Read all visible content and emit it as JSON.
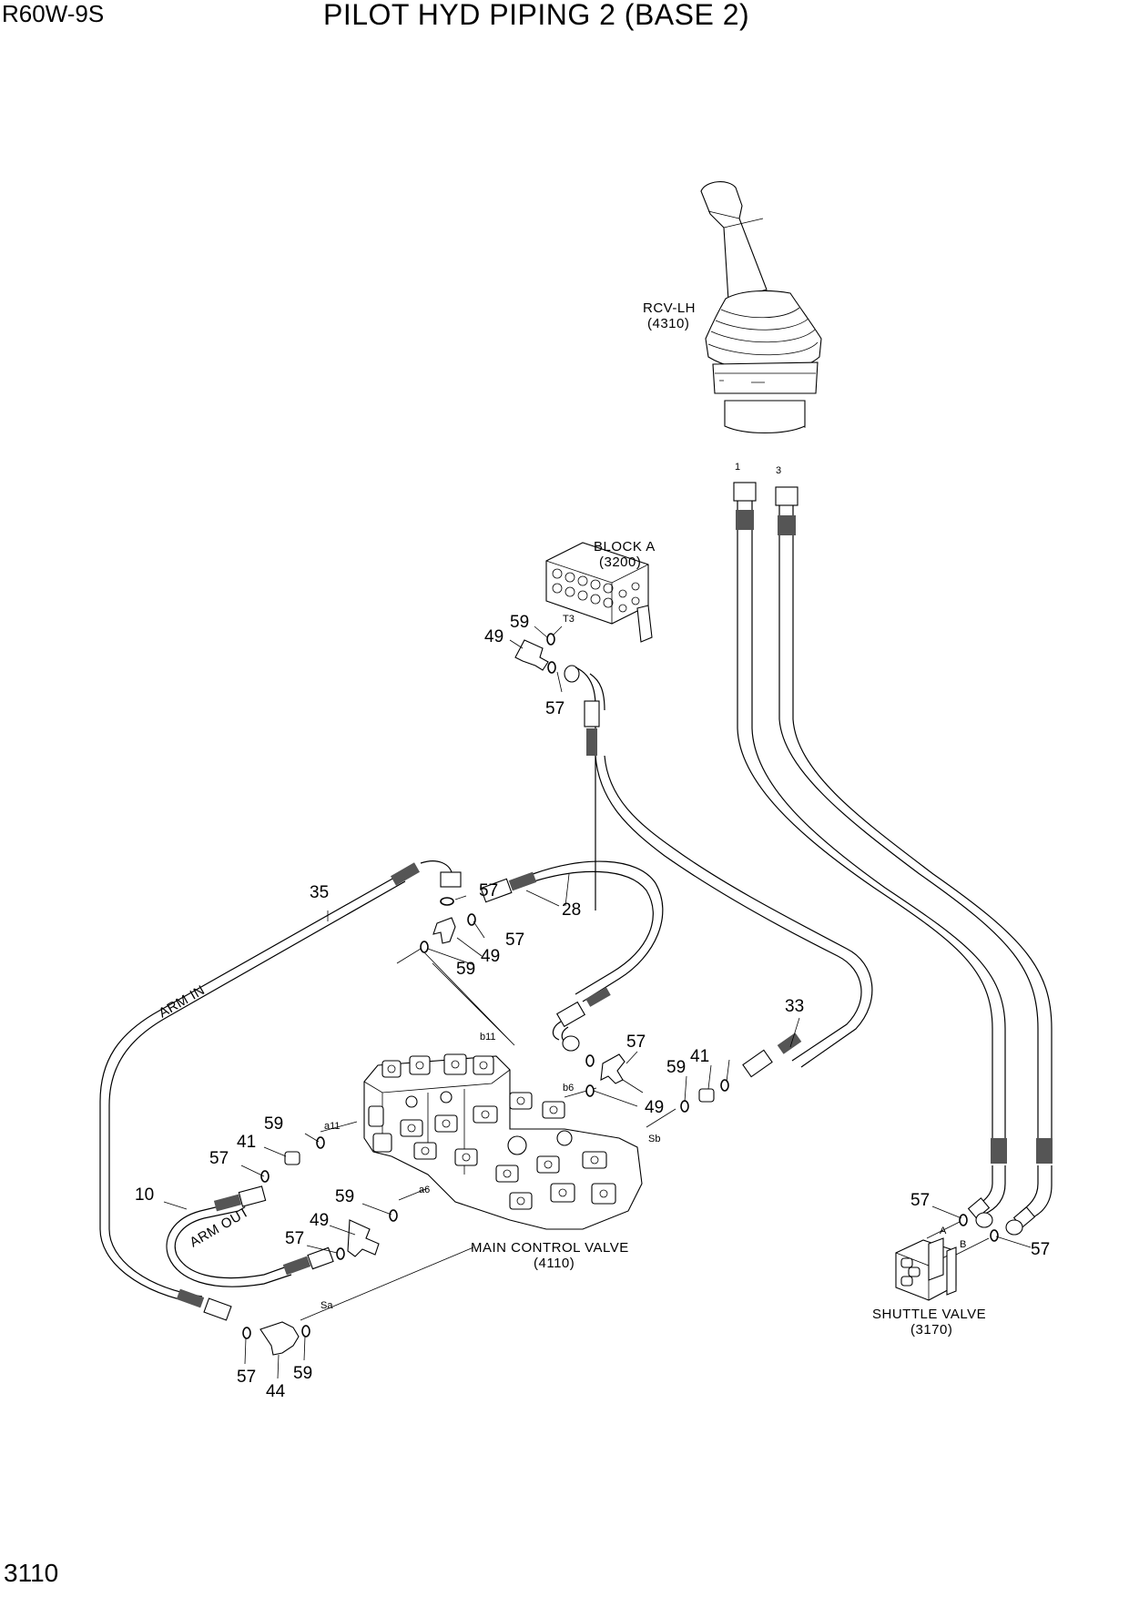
{
  "header": {
    "model": "R60W-9S",
    "title": "PILOT HYD PIPING 2 (BASE 2)"
  },
  "page_number": "3110",
  "components": {
    "rcv": {
      "name": "RCV-LH",
      "code": "(4310)",
      "ports": [
        "1",
        "3"
      ]
    },
    "block_a": {
      "name": "BLOCK A",
      "code": "(3200)",
      "port": "T3"
    },
    "main_control_valve": {
      "name": "MAIN CONTROL VALVE",
      "code": "(4110)",
      "ports": [
        "b11",
        "b6",
        "a11",
        "a6",
        "Sb",
        "Sa"
      ]
    },
    "shuttle_valve": {
      "name": "SHUTTLE VALVE",
      "code": "(3170)",
      "ports": [
        "A",
        "B"
      ]
    }
  },
  "hose_labels": {
    "arm_in": "ARM IN",
    "arm_out": "ARM OUT"
  },
  "callouts": [
    "59",
    "49",
    "57",
    "35",
    "57",
    "28",
    "57",
    "59",
    "49",
    "33",
    "57",
    "41",
    "59",
    "49",
    "59",
    "41",
    "57",
    "10",
    "59",
    "49",
    "57",
    "57",
    "44",
    "59",
    "57",
    "57"
  ]
}
